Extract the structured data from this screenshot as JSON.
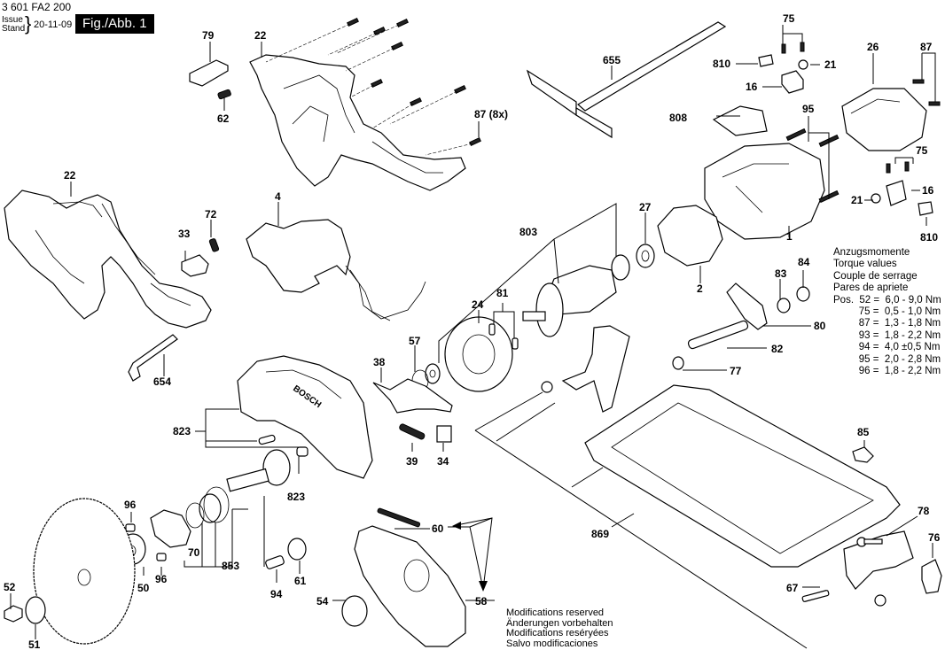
{
  "header": {
    "part_number": "3 601 FA2 200",
    "issue_label": "Issue",
    "stand_label": "Stand",
    "brace": "}",
    "date": "20-11-09",
    "figure_label": "Fig./Abb. 1"
  },
  "torque_table": {
    "title_de": "Anzugsmomente",
    "title_en": "Torque values",
    "title_fr": "Couple de serrage",
    "title_es": "Pares de apriete",
    "rows": [
      "Pos.  52 =  6,0 - 9,0 Nm",
      "         75 =  0,5 - 1,0 Nm",
      "         87 =  1,3 - 1,8 Nm",
      "         93 =  1,8 - 2,2 Nm",
      "         94 =  4,0 ±0,5 Nm",
      "         95 =  2,0 - 2,8 Nm",
      "         96 =  1,8 - 2,2 Nm"
    ]
  },
  "modifications": {
    "en": "Modifications reserved",
    "de": "Änderungen vorbehalten",
    "fr": "Modifications reséryées",
    "es": "Salvo modificaciones"
  },
  "callouts": {
    "c79": "79",
    "c22a": "22",
    "c62": "62",
    "c87x": "87 (8x)",
    "c655": "655",
    "c75a": "75",
    "c810a": "810",
    "c21a": "21",
    "c16a": "16",
    "c26": "26",
    "c87": "87",
    "c808": "808",
    "c95": "95",
    "c75b": "75",
    "c21b": "21",
    "c16b": "16",
    "c810b": "810",
    "c1": "1",
    "c22b": "22",
    "c72": "72",
    "c33": "33",
    "c4": "4",
    "c803": "803",
    "c27": "27",
    "c2": "2",
    "c83": "83",
    "c84": "84",
    "c80": "80",
    "c82": "82",
    "c77": "77",
    "c654": "654",
    "c81": "81",
    "c24": "24",
    "c57": "57",
    "c38": "38",
    "c823a": "823",
    "c39": "39",
    "c34": "34",
    "c823b": "823",
    "c96a": "96",
    "c96b": "96",
    "c70": "70",
    "c853": "853",
    "c50": "50",
    "c61": "61",
    "c94": "94",
    "c60": "60",
    "c58": "58",
    "c54": "54",
    "c52": "52",
    "c51": "51",
    "c869": "869",
    "c85": "85",
    "c78": "78",
    "c76": "76",
    "c67": "67"
  }
}
